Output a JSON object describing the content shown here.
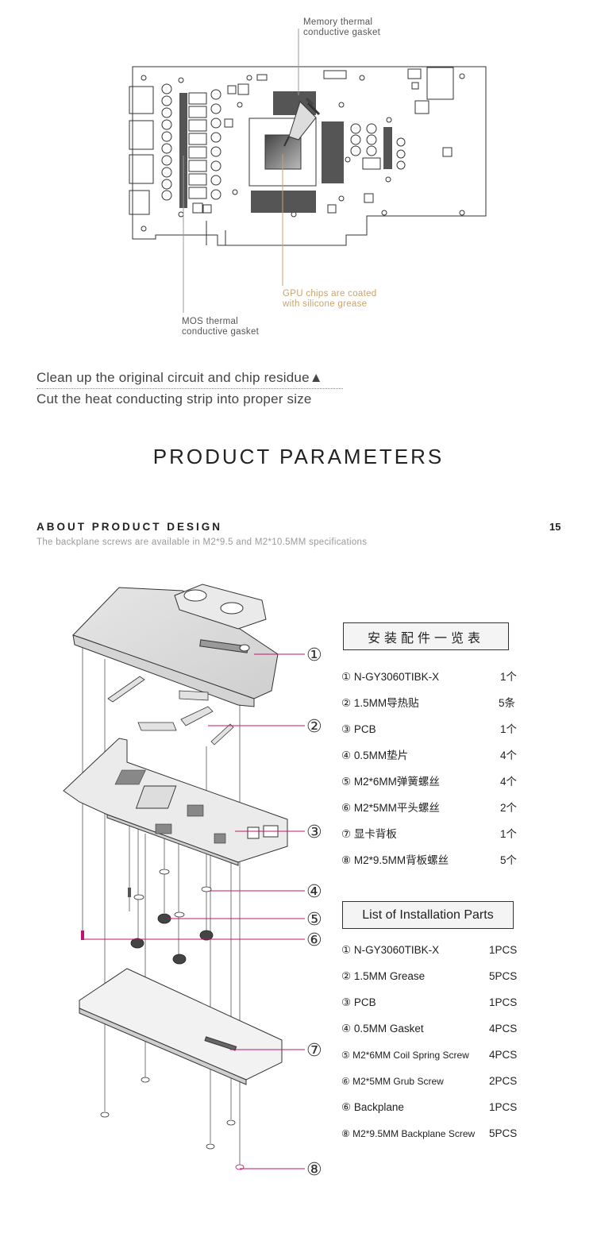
{
  "callouts": {
    "memory_gasket": "Memory thermal\nconductive gasket",
    "gpu_grease": "GPU chips are coated\nwith silicone grease",
    "mos_gasket": "MOS thermal\nconductive gasket"
  },
  "notes": {
    "line1": "Clean up the original circuit and chip residue▲",
    "line2": "Cut the heat conducting strip into proper size"
  },
  "section_title": "PRODUCT PARAMETERS",
  "about": {
    "title": "ABOUT PRODUCT DESIGN",
    "subtitle": "The backplane screws are available in M2*9.5 and M2*10.5MM specifications",
    "page_number": "15"
  },
  "diagram_markers": [
    "①",
    "②",
    "③",
    "④",
    "⑤",
    "⑥",
    "⑦",
    "⑧"
  ],
  "parts_cn": {
    "title": "安装配件一览表",
    "items": [
      {
        "name": "① N-GY3060TIBK-X",
        "qty": "1个"
      },
      {
        "name": "② 1.5MM导热贴",
        "qty": "5条"
      },
      {
        "name": "③  PCB",
        "qty": "1个"
      },
      {
        "name": "④  0.5MM垫片",
        "qty": "4个"
      },
      {
        "name": "⑤ M2*6MM弹簧螺丝",
        "qty": "4个"
      },
      {
        "name": "⑥ M2*5MM平头螺丝",
        "qty": "2个"
      },
      {
        "name": "⑦  显卡背板",
        "qty": "1个"
      },
      {
        "name": "⑧ M2*9.5MM背板螺丝",
        "qty": "5个"
      }
    ]
  },
  "parts_en": {
    "title": "List of Installation Parts",
    "items": [
      {
        "name": "①  N-GY3060TIBK-X",
        "qty": "1PCS"
      },
      {
        "name": "② 1.5MM Grease",
        "qty": "5PCS"
      },
      {
        "name": "③  PCB",
        "qty": "1PCS"
      },
      {
        "name": "④ 0.5MM  Gasket",
        "qty": "4PCS"
      },
      {
        "name": "⑤ M2*6MM Coil Spring Screw",
        "qty": "4PCS"
      },
      {
        "name": "⑥  M2*5MM  Grub  Screw",
        "qty": "2PCS"
      },
      {
        "name": "⑥  Backplane",
        "qty": "1PCS"
      },
      {
        "name": "⑧ M2*9.5MM Backplane Screw",
        "qty": "5PCS"
      }
    ]
  },
  "colors": {
    "accent": "#c0156e",
    "gold": "#c9a36b"
  }
}
